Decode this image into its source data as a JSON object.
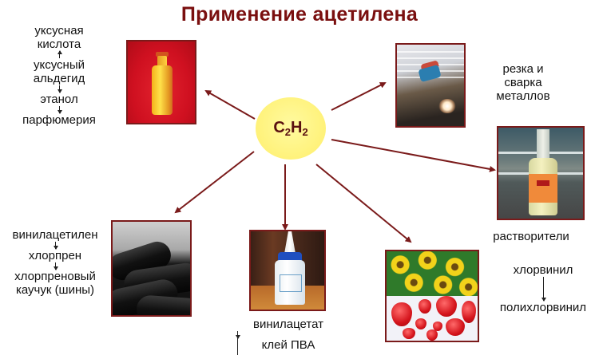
{
  "title": "Применение ацетилена",
  "center": {
    "formula_c": "C",
    "formula_c_sub": "2",
    "formula_h": "H",
    "formula_h_sub": "2",
    "fill_color": "#fff27a",
    "text_color": "#5a1010"
  },
  "colors": {
    "title": "#7a0f0f",
    "arrow": "#7a1a1a",
    "photo_border": "#7a1a1a"
  },
  "branches": {
    "acetic": {
      "image": "red-bottle-photo",
      "chain": [
        "уксусная кислота",
        "уксусный альдегид",
        "этанол",
        "парфюмерия"
      ],
      "line1": "уксусная",
      "line2": "кислота",
      "line3": "уксусный",
      "line4": "альдегид",
      "line5": "этанол",
      "line6": "парфюмерия"
    },
    "welding": {
      "image": "welding-photo",
      "line1": "резка и",
      "line2": "сварка",
      "line3": "металлов"
    },
    "solvents": {
      "image": "solvent-bottle-photo",
      "label": "растворители"
    },
    "pvc": {
      "image": "tablecloth-photo",
      "item1": "хлорвинил",
      "item2": "полихлорвинил"
    },
    "pva": {
      "image": "glue-bottle-photo",
      "item1": "винилацетат",
      "item2": "клей ПВА"
    },
    "rubber": {
      "image": "tires-photo",
      "item1": "винилацетилен",
      "item2": "хлорпрен",
      "item3": "хлорпреновый",
      "item4": "каучук (шины)"
    }
  }
}
